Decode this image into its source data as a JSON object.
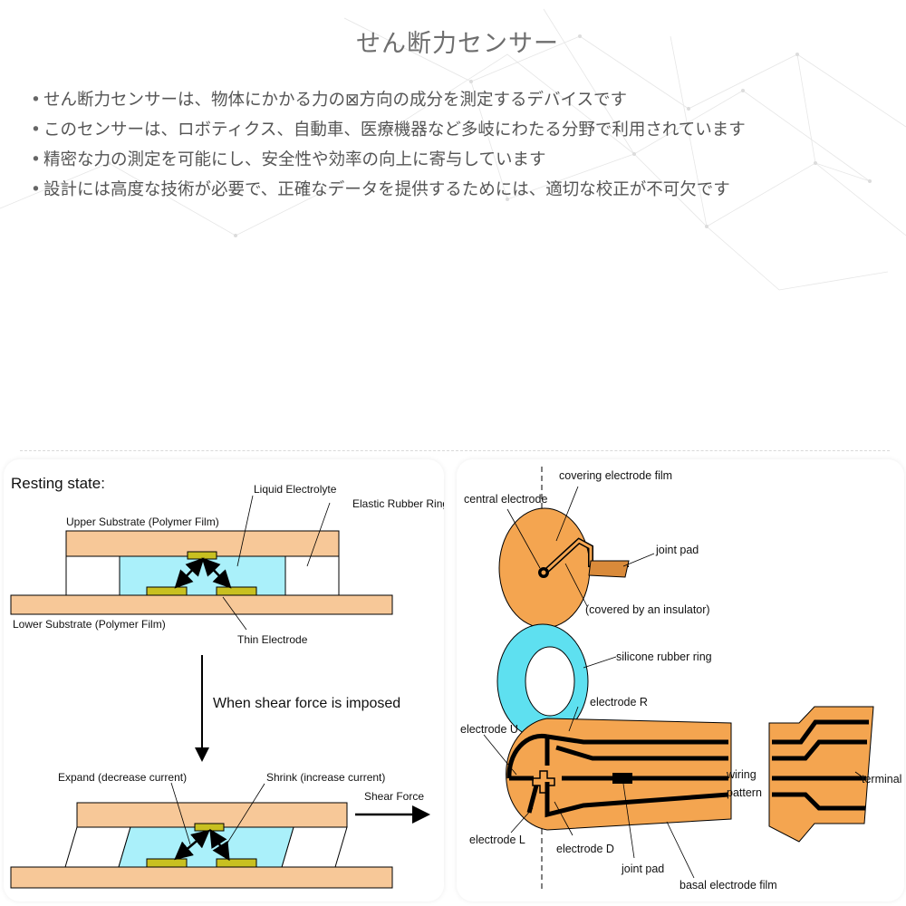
{
  "slide": {
    "title": "せん断力センサー",
    "bullets": [
      "せん断力センサーは、物体にかかる力の⊠方向の成分を測定するデバイスです",
      "このセンサーは、ロボティクス、自動車、医療機器など多岐にわたる分野で利用されています",
      "精密な力の測定を可能にし、安全性や効率の向上に寄与しています",
      "設計には高度な技術が必要で、正確なデータを提供するためには、適切な校正が不可欠です"
    ]
  },
  "left_figure": {
    "resting_state": "Resting state:",
    "liquid_electrolyte": "Liquid Electrolyte",
    "elastic_rubber_ring": "Elastic Rubber Ring",
    "upper_substrate": "Upper Substrate (Polymer Film)",
    "lower_substrate": "Lower Substrate (Polymer Film)",
    "thin_electrode": "Thin Electrode",
    "when_shear": "When shear force is imposed",
    "expand": "Expand (decrease current)",
    "shrink": "Shrink (increase current)",
    "shear_force": "Shear Force"
  },
  "right_figure": {
    "central_electrode": "central electrode",
    "covering_electrode_film": "covering electrode film",
    "joint_pad_top": "joint pad",
    "covered_insulator": "(covered by an insulator)",
    "silicone_ring": "silicone rubber ring",
    "electrode_r": "electrode R",
    "electrode_u": "electrode U",
    "electrode_l": "electrode L",
    "electrode_d": "electrode D",
    "wiring": "wiring",
    "pattern": "pattern",
    "terminal": "terminal",
    "joint_pad_bottom": "joint pad",
    "basal_film": "basal electrode film"
  },
  "colors": {
    "substrate": "#f7c898",
    "electrolyte": "#aaf0fa",
    "electrode": "#c8c020",
    "film_orange": "#f4a550",
    "ring_cyan": "#5ee0f0"
  }
}
